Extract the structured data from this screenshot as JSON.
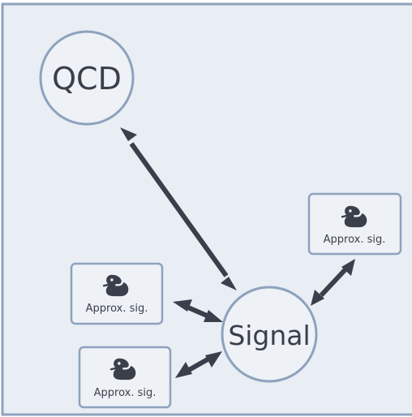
{
  "colors": {
    "panel_background": "#e9edf4",
    "panel_border": "#8da2bd",
    "node_fill": "#eef1f6",
    "node_stroke": "#8da2bd",
    "arrow": "#3a3f4b",
    "text": "#3a3f4b"
  },
  "nodes": {
    "qcd": {
      "label": "QCD"
    },
    "signal": {
      "label": "Signal"
    }
  },
  "approx_boxes": [
    {
      "label": "Approx. sig.",
      "icon": "duck-icon"
    },
    {
      "label": "Approx. sig.",
      "icon": "duck-icon"
    },
    {
      "label": "Approx. sig.",
      "icon": "duck-icon"
    }
  ],
  "arrows": [
    {
      "from": "qcd",
      "to": "signal",
      "style": "bidirectional"
    },
    {
      "from": "approx_right",
      "to": "signal",
      "style": "bidirectional"
    },
    {
      "from": "approx_left_top",
      "to": "signal",
      "style": "bidirectional"
    },
    {
      "from": "approx_left_bottom",
      "to": "signal",
      "style": "bidirectional"
    }
  ]
}
